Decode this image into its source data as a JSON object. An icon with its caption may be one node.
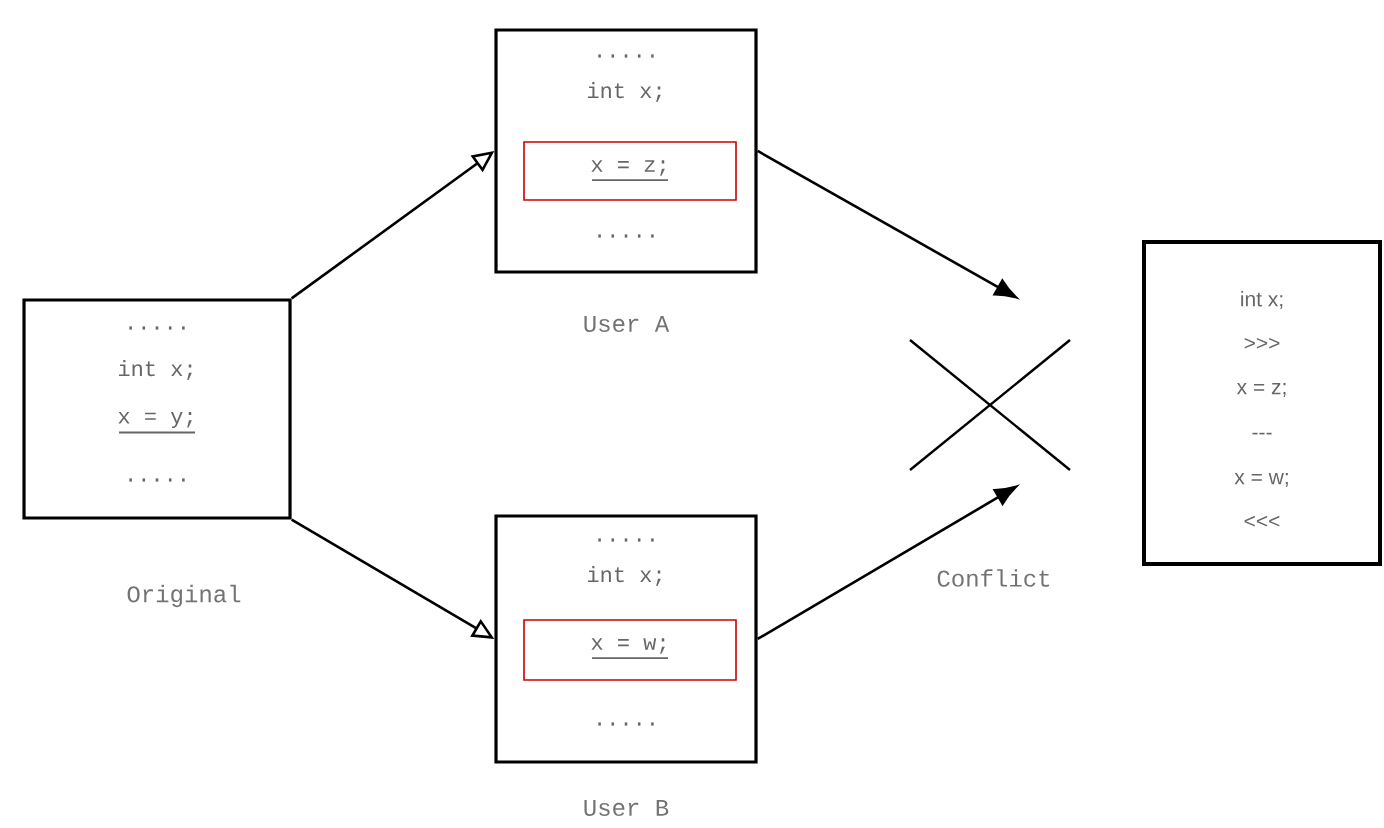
{
  "diagram": {
    "nodes": [
      {
        "text": [
          ".....",
          "int x;",
          "x = y;",
          "....."
        ],
        "beside": [
          "Original"
        ]
      },
      {
        "text": [
          ".....",
          "int x;",
          "....."
        ],
        "beside": [
          "User A"
        ]
      },
      {
        "text": [
          "x = z;"
        ],
        "in": 1
      },
      {
        "text": [
          ".....",
          "int x;",
          "....."
        ],
        "beside": [
          "User B"
        ]
      },
      {
        "text": [
          "x = w;"
        ],
        "in": 3
      },
      {
        "text": [],
        "shape": "cross"
      },
      {
        "text": [
          "int x;",
          ">>>",
          "x = z;",
          "---",
          "x = w;",
          "<<<"
        ]
      }
    ],
    "edges": [
      {
        "from": 0,
        "to": 1,
        "arrow": "to"
      },
      {
        "from": 0,
        "to": 3,
        "arrow": "to"
      },
      {
        "from": 1,
        "to": 5,
        "arrow": "to"
      },
      {
        "from": 3,
        "to": 5,
        "arrow": "to"
      }
    ],
    "labels": [
      "Conflict"
    ]
  }
}
